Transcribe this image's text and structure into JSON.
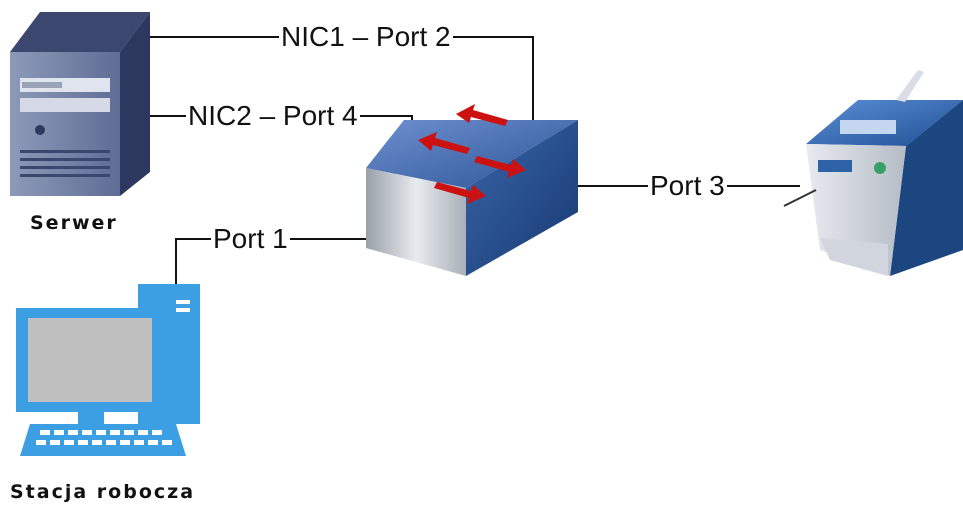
{
  "diagram": {
    "devices": {
      "server": {
        "label": "Serwer",
        "icon": "server-tower-icon"
      },
      "switch": {
        "icon": "network-switch-icon"
      },
      "printer": {
        "icon": "printer-icon"
      },
      "workstation": {
        "label": "Stacja robocza",
        "icon": "desktop-computer-icon"
      }
    },
    "links": {
      "nic1": "NIC1 – Port 2",
      "nic2": "NIC2 – Port 4",
      "port1": "Port 1",
      "port3": "Port 3"
    }
  },
  "colors": {
    "line": "#111111",
    "switch_top": "#4a73b5",
    "switch_front": "#c8ccd2",
    "arrow": "#cc1111",
    "workstation": "#3d9fe3",
    "screen": "#bfbfbf",
    "printer_body": "#2f63a8",
    "server_body": "#4a5a84"
  }
}
